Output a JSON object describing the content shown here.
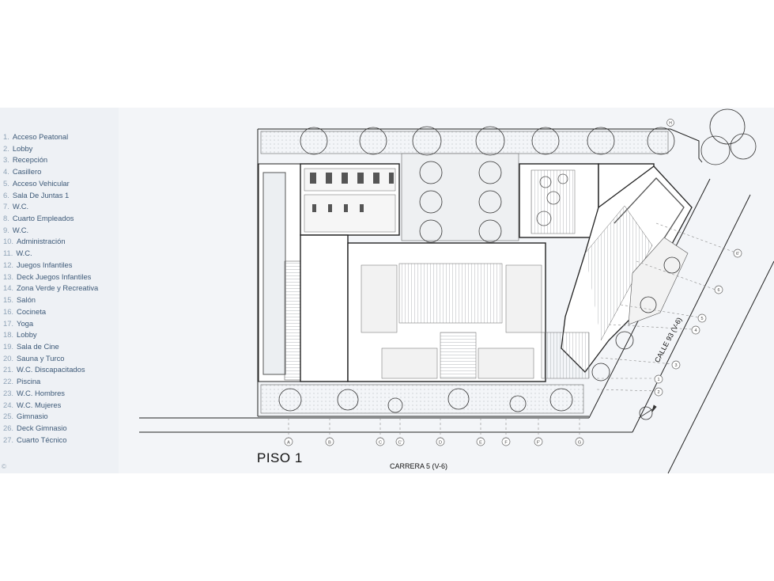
{
  "legend": [
    {
      "num": "1.",
      "label": "Acceso Peatonal"
    },
    {
      "num": "2.",
      "label": "Lobby"
    },
    {
      "num": "3.",
      "label": "Recepción"
    },
    {
      "num": "4.",
      "label": "Casillero"
    },
    {
      "num": "5.",
      "label": "Acceso Vehicular"
    },
    {
      "num": "6.",
      "label": "Sala De Juntas 1"
    },
    {
      "num": "7.",
      "label": "W.C."
    },
    {
      "num": "8.",
      "label": "Cuarto Empleados"
    },
    {
      "num": "9.",
      "label": "W.C."
    },
    {
      "num": "10.",
      "label": "Administración"
    },
    {
      "num": "11.",
      "label": "W.C."
    },
    {
      "num": "12.",
      "label": "Juegos Infantiles"
    },
    {
      "num": "13.",
      "label": "Deck Juegos Infantiles"
    },
    {
      "num": "14.",
      "label": "Zona Verde y Recreativa"
    },
    {
      "num": "15.",
      "label": "Salón"
    },
    {
      "num": "16.",
      "label": "Cocineta"
    },
    {
      "num": "17.",
      "label": "Yoga"
    },
    {
      "num": "18.",
      "label": "Lobby"
    },
    {
      "num": "19.",
      "label": "Sala de Cine"
    },
    {
      "num": "20.",
      "label": "Sauna y Turco"
    },
    {
      "num": "21.",
      "label": "W.C. Discapacitados"
    },
    {
      "num": "22.",
      "label": "Piscina"
    },
    {
      "num": "23.",
      "label": "W.C. Hombres"
    },
    {
      "num": "24.",
      "label": "W.C. Mujeres"
    },
    {
      "num": "25.",
      "label": "Gimnasio"
    },
    {
      "num": "26.",
      "label": "Deck Gimnasio"
    },
    {
      "num": "27.",
      "label": "Cuarto Técnico"
    }
  ],
  "plan": {
    "floor_title": "PISO 1",
    "street_bottom": "CARRERA 5 (V-6)",
    "street_diagonal": "CALLE 93 (V-6)",
    "grid_axes": [
      "A",
      "B",
      "C",
      "C'",
      "D",
      "E",
      "F",
      "F'",
      "G"
    ],
    "diagonal_markers": [
      "1",
      "2",
      "3",
      "4",
      "5",
      "6",
      "6'"
    ],
    "top_marker": "H",
    "corner_mark": "©"
  },
  "colors": {
    "sheet": "#f3f5f8",
    "legend_panel": "#eef1f5",
    "legend_text": "#3e5a78",
    "legend_number": "#8fa3b7",
    "line": "#2a2a2a"
  }
}
